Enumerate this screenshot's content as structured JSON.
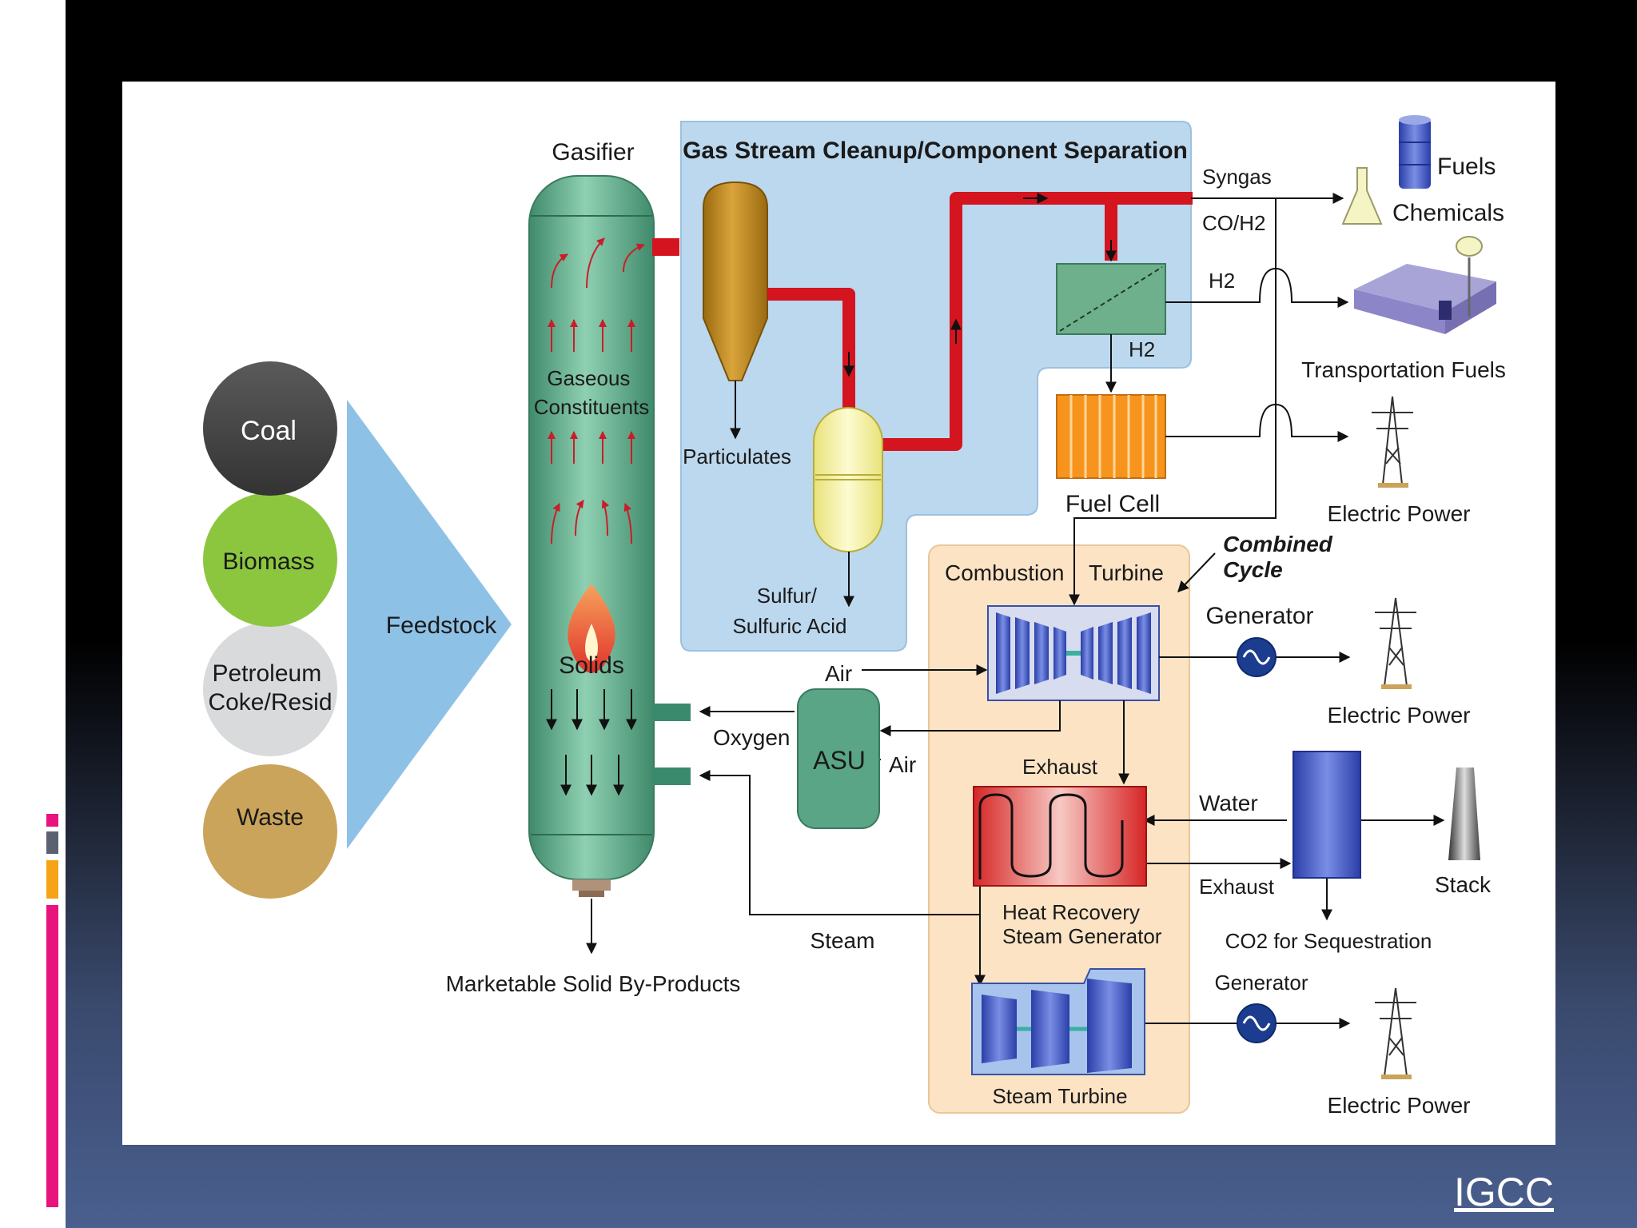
{
  "slide": {
    "title": "IGCC",
    "colors": {
      "background_top": "#000000",
      "background_bottom": "#4a5f8f",
      "accent_pink": "#e8137d",
      "accent_orange": "#f5a417",
      "accent_gray": "#5b6170"
    }
  },
  "diagram": {
    "feedstock": {
      "items": [
        "Coal",
        "Biomass",
        "Petroleum Coke/Resid",
        "Waste"
      ],
      "label": "Feedstock",
      "colors": {
        "coal": "#4a4a4a",
        "biomass": "#8cc63f",
        "petroleum": "#d9dadc",
        "waste": "#c9a45a"
      }
    },
    "gasifier": {
      "title": "Gasifier",
      "gaseous_label": "Gaseous Constituents",
      "solids_label": "Solids",
      "byproducts_label": "Marketable Solid By-Products",
      "color": "#5aa585"
    },
    "cleanup": {
      "title": "Gas Stream Cleanup/Component Separation",
      "particulates_label": "Particulates",
      "sulfur_label": "Sulfur/ Sulfuric Acid",
      "syngas_label": "Syngas",
      "coh2_label": "CO/H2",
      "h2_label": "H2",
      "h2_lower_label": "H2",
      "fill_color": "#bcd8ee",
      "pipe_color": "#d4141e"
    },
    "products": {
      "fuels": "Fuels",
      "chemicals": "Chemicals",
      "transportation": "Transportation Fuels",
      "electric_1": "Electric Power",
      "electric_2": "Electric Power",
      "electric_3": "Electric Power"
    },
    "fuel_cell": {
      "label": "Fuel Cell",
      "color": "#f7941d"
    },
    "combined_cycle": {
      "label": "Combined Cycle",
      "combustion_label": "Combustion",
      "turbine_label": "Turbine",
      "generator_label": "Generator",
      "generator2_label": "Generator",
      "exhaust_label": "Exhaust",
      "hrsg_label": "Heat Recovery Steam Generator",
      "steam_turbine_label": "Steam Turbine",
      "water_label": "Water",
      "exhaust2_label": "Exhaust",
      "stack_label": "Stack",
      "co2_label": "CO2 for Sequestration",
      "fill_color": "#fbe3c4"
    },
    "asu": {
      "label": "ASU",
      "air_label": "Air",
      "air_right_label": "Air",
      "oxygen_label": "Oxygen",
      "steam_label": "Steam"
    }
  }
}
